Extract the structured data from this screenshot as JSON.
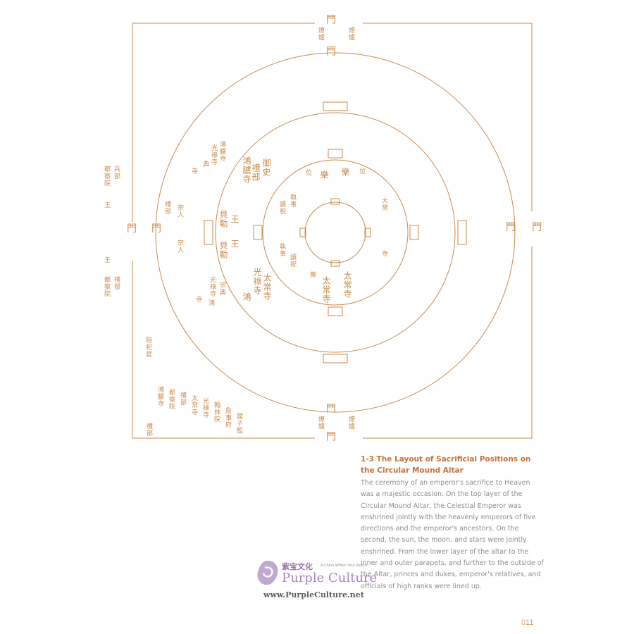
{
  "diagram": {
    "gate_label": "門",
    "tablets": {
      "top_left": "燎爐",
      "top_right": "燎爐",
      "west_outer_1": "都察院",
      "west_outer_2": "兵部",
      "west_outer_3": "王",
      "west_outer_4": "王",
      "west_outer_5": "都察院",
      "west_outer_6": "禮部",
      "ring2_nw_1": "鴻臚寺",
      "ring2_nw_2": "光祿寺",
      "ring2_nw_3": "典",
      "ring2_nw_4": "寺",
      "ring2_w_1": "禮部",
      "ring2_w_2": "宗人",
      "ring2_w_3": "宗人",
      "ring2_sw_1": "光祿寺",
      "ring2_sw_2": "宗典",
      "ring2_sw_3": "寺",
      "ring2_sw_4": "鴻",
      "ring3_nw_1": "鴻臚寺",
      "ring3_nw_2": "禮部",
      "ring3_nw_3": "御史",
      "ring3_w_1": "貝勒",
      "ring3_w_2": "王",
      "ring3_w_3": "王",
      "ring3_w_4": "貝勒",
      "ring3_sw_1": "光祿寺",
      "ring3_sw_2": "太常寺",
      "ring3_sw_3": "鴻",
      "ring4_n_1": "位",
      "ring4_n_2": "樂",
      "ring4_n_3": "樂",
      "ring4_n_4": "位",
      "ring4_w_1": "讀祝",
      "ring4_w_2": "執事",
      "ring4_w_3": "執事",
      "ring4_w_4": "讀祝",
      "ring4_s_1": "太常寺",
      "ring4_s_2": "樂",
      "ring4_s_3": "太常寺",
      "ring4_e_1": "大常",
      "ring4_e_2": "寺",
      "sw_group_1": "陪祀官",
      "sw_group_2": "鴻臚寺",
      "sw_group_3": "都察院",
      "sw_group_4": "禮部",
      "sw_group_5": "太常寺",
      "sw_group_6": "光祿寺",
      "sw_group_7": "翰林院",
      "sw_group_8": "詹事府",
      "sw_group_9": "國子監",
      "sw_group_10": "禮部",
      "bottom_left": "燎爐",
      "bottom_right": "燎爐"
    }
  },
  "caption": {
    "title": "1-3 The Layout of Sacrificial Positions on the Circular Mound Altar",
    "body": "The ceremony of an emperor's sacrifice to Heaven was a majestic occasion. On the top layer of the Circular Mound Altar, the Celestial Emperor was enshrined jointly with the heavenly emperors of five directions and the emperor's ancestors. On the second, the sun, the moon, and stars were jointly enshrined. From the lower layer of the altar to the inner and outer parapets, and further to the outside of the Altar, princes and dukes, emperor's relatives, and officials of high ranks were lined up."
  },
  "page_number": "011",
  "watermark": {
    "chinese": "紫宝文化",
    "tagline": "A China Within Your Reach",
    "name": "Purple Culture",
    "url": "www.PurpleCulture.net"
  },
  "colors": {
    "line": "#c98a4a",
    "title": "#c4733a",
    "text": "#8d8d8d",
    "watermark": "#9a6fb5"
  }
}
